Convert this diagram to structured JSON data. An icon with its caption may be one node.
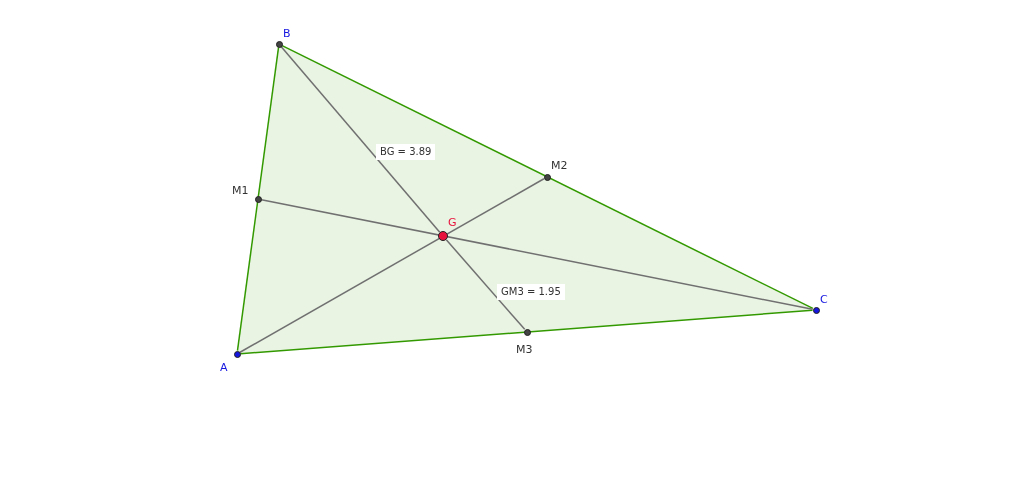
{
  "diagram": {
    "nodes": [
      {
        "text": [
          "A"
        ]
      },
      {
        "text": [
          "B"
        ]
      },
      {
        "text": [
          "C"
        ]
      },
      {
        "text": [
          "M1"
        ]
      },
      {
        "text": [
          "M2"
        ]
      },
      {
        "text": [
          "M3"
        ]
      },
      {
        "text": [
          "G"
        ]
      }
    ],
    "edges": [
      {
        "from": 0,
        "to": 1,
        "arrow": "none",
        "color": "#339900"
      },
      {
        "from": 1,
        "to": 2,
        "arrow": "none",
        "color": "#339900"
      },
      {
        "from": 2,
        "to": 0,
        "arrow": "none",
        "color": "#339900"
      },
      {
        "from": 0,
        "to": 4,
        "arrow": "none"
      },
      {
        "from": 2,
        "to": 3,
        "arrow": "none"
      },
      {
        "from": 1,
        "to": 6,
        "arrow": "none",
        "label": "BG = 3.89"
      },
      {
        "from": 6,
        "to": 5,
        "arrow": "none",
        "label": "GM3 = 1.95"
      }
    ]
  }
}
